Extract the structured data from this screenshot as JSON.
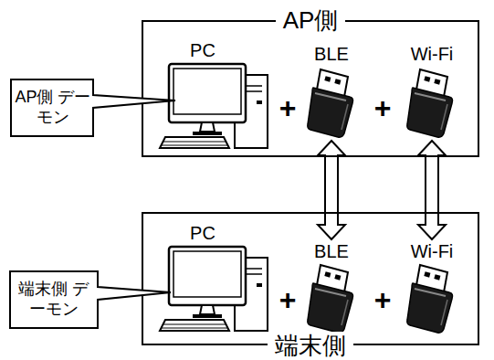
{
  "diagram": {
    "nodes": [
      {
        "text": [
          "AP側"
        ]
      },
      {
        "text": [
          "AP側 デーモン"
        ]
      },
      {
        "text": [
          "PC"
        ],
        "in": 0
      },
      {
        "text": [
          "BLE"
        ],
        "in": 0
      },
      {
        "text": [
          "Wi-Fi"
        ],
        "in": 0
      },
      {
        "text": [
          "端末側"
        ]
      },
      {
        "text": [
          "端末側 デーモン"
        ]
      },
      {
        "text": [
          "PC"
        ],
        "in": 5
      },
      {
        "text": [
          "BLE"
        ],
        "in": 5
      },
      {
        "text": [
          "Wi-Fi"
        ],
        "in": 5
      }
    ],
    "edges": [
      {
        "from": 3,
        "to": 8,
        "arrow": "both"
      },
      {
        "from": 4,
        "to": 9,
        "arrow": "both"
      }
    ],
    "labels": [
      "+",
      "+",
      "+",
      "+"
    ]
  }
}
